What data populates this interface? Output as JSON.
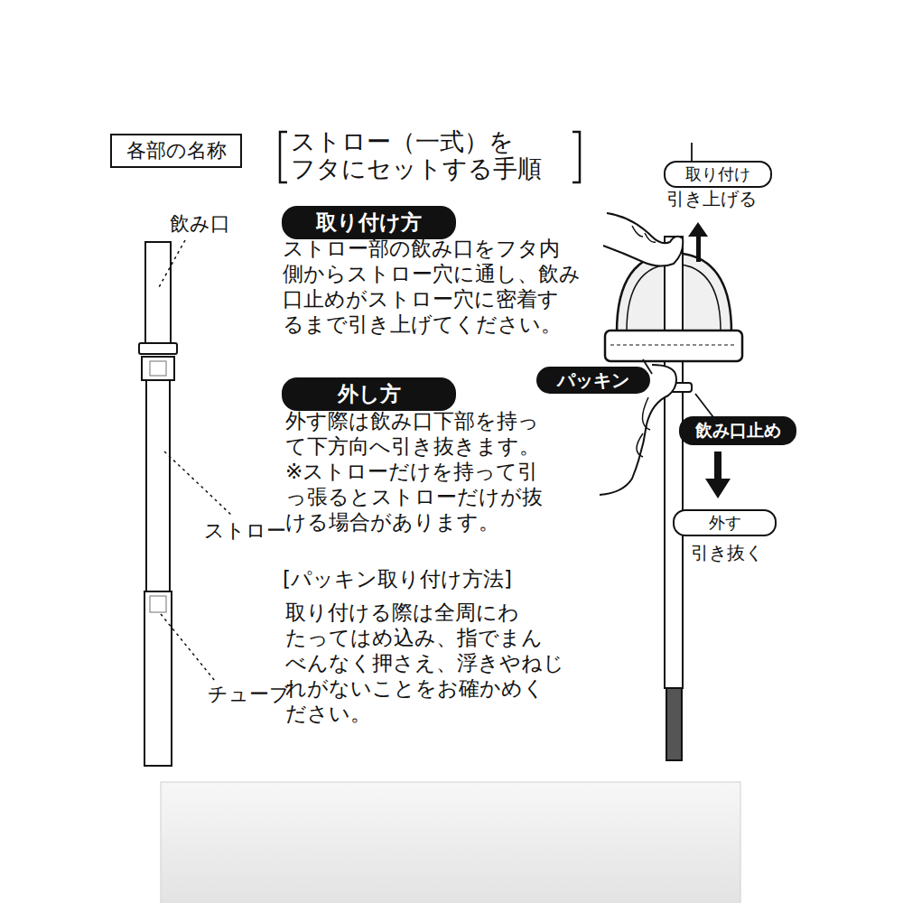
{
  "diagram": {
    "title": "ストロー（一式）を フタにセットする手順",
    "nodes": [
      {
        "text": [
          "各部の名称"
        ]
      },
      {
        "text": [
          "取り付け方"
        ]
      },
      {
        "text": [
          "外し方"
        ]
      },
      {
        "text": [
          "取り付け"
        ]
      },
      {
        "text": [
          "パッキン"
        ]
      },
      {
        "text": [
          "飲み口止め"
        ]
      },
      {
        "text": [
          "外す"
        ]
      }
    ],
    "labels": [
      "飲み口",
      "ストロー",
      "チューブ",
      "ストロー部の飲み口をフタ内 側からストロー穴に通し、飲み 口止めがストロー穴に密着す るまで引き上げてください。",
      "外す際は飲み口下部を持っ て下方向へ引き抜きます。 ※ストローだけを持って引 っ張るとストローだけが抜 ける場合があります。",
      "[パッキン取り付け方法]",
      "取り付ける際は全周にわ たってはめ込み、指でまん べんなく押さえ、浮きやねじ れがないことをお確かめく ださい。",
      "引き上げる",
      "引き抜く"
    ]
  }
}
